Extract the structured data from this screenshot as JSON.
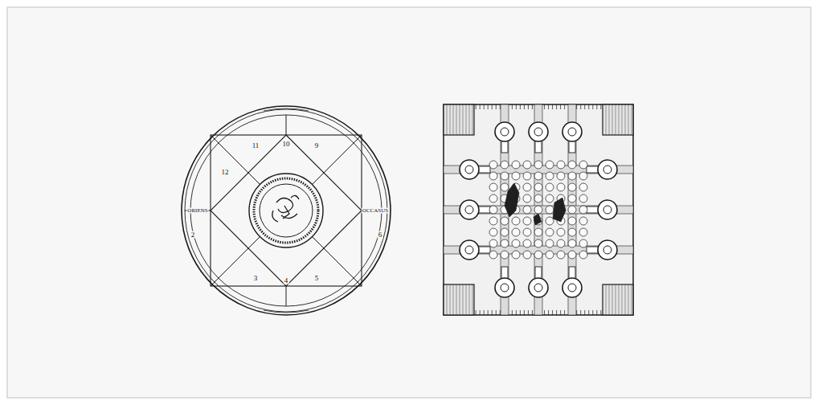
{
  "diagram": {
    "labels": [
      "11",
      "10",
      "9",
      "12",
      "ORIENS",
      "OCCASUS",
      "2",
      "3",
      "4",
      "5",
      "6"
    ]
  }
}
